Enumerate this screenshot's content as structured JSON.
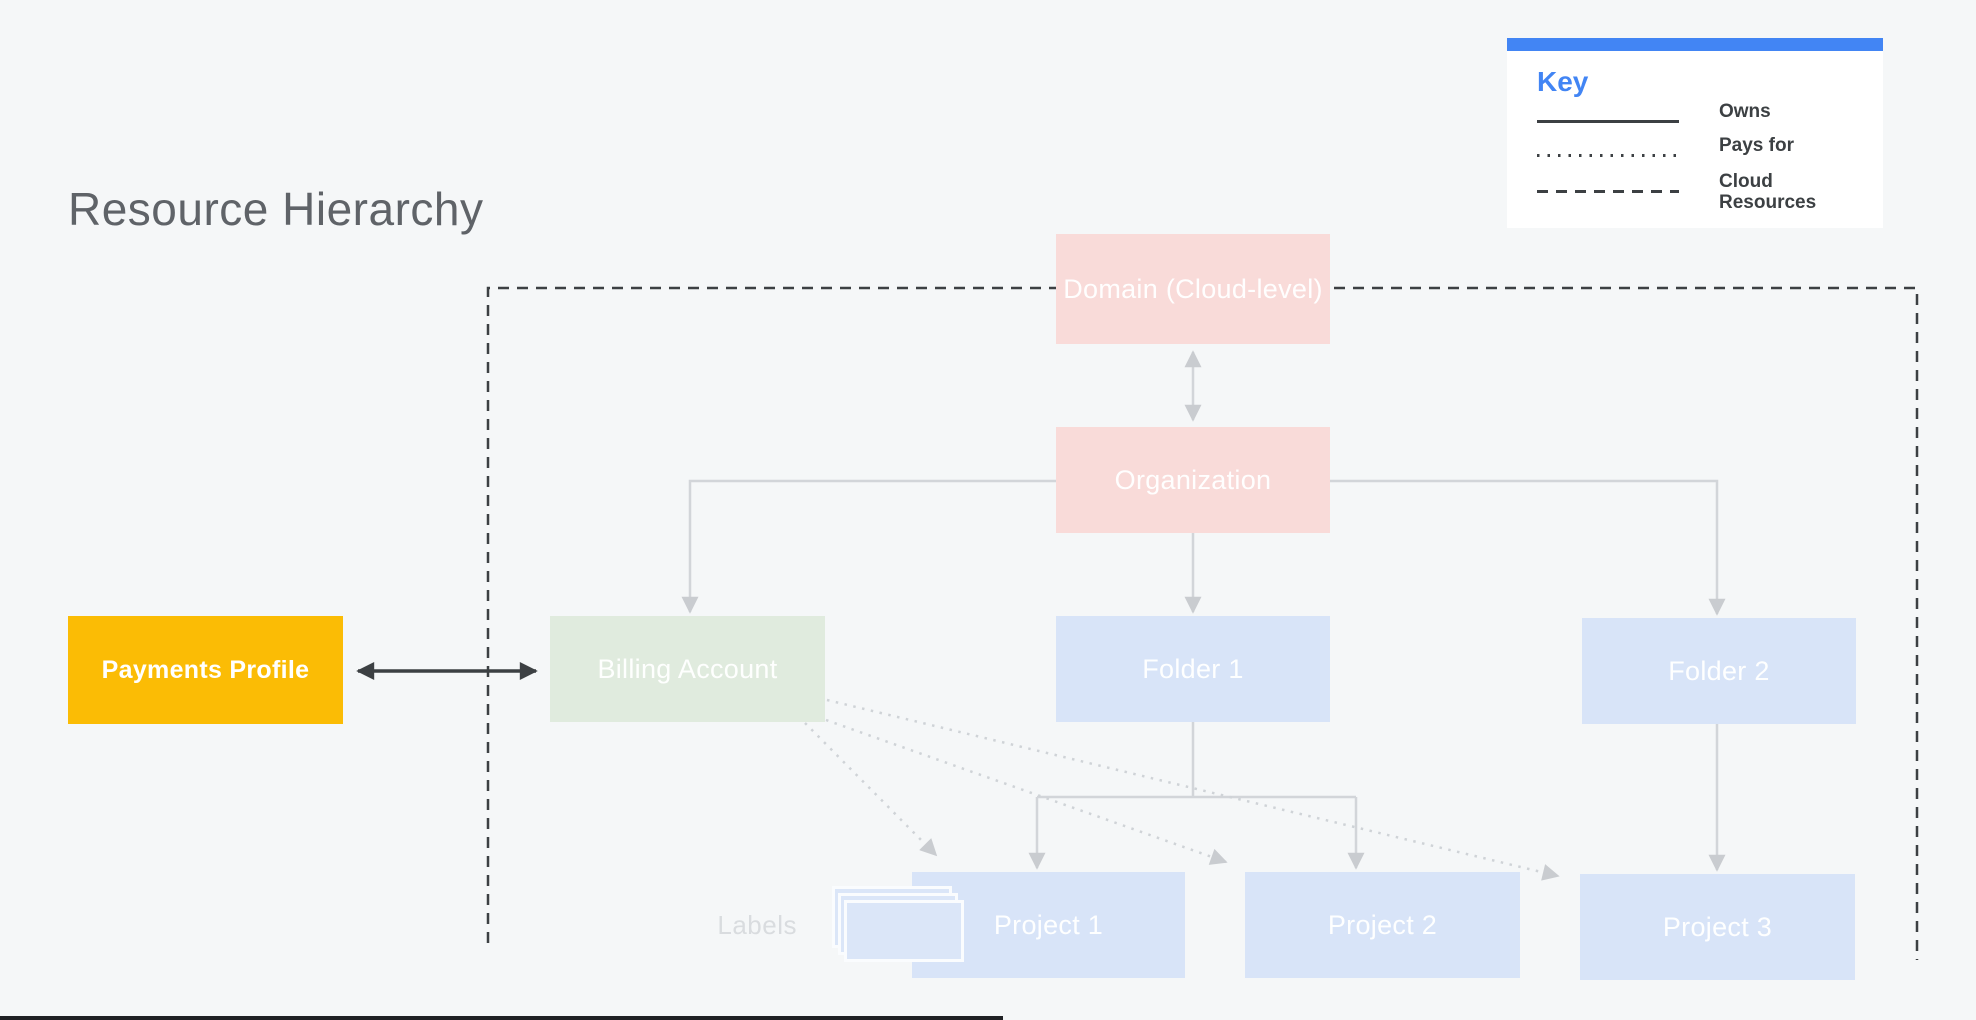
{
  "title": "Resource Hierarchy",
  "legend": {
    "heading": "Key",
    "items": [
      {
        "label": "Owns",
        "line_style": "solid"
      },
      {
        "label": "Pays for",
        "line_style": "dotted"
      },
      {
        "label": "Cloud Resources",
        "line_style": "dashed"
      }
    ]
  },
  "nodes": {
    "domain": {
      "label": "Domain (Cloud-level)",
      "color": "#f9dbd9"
    },
    "organization": {
      "label": "Organization",
      "color": "#f9dbd9"
    },
    "payments_profile": {
      "label": "Payments Profile",
      "color": "#fbbc05"
    },
    "billing_account": {
      "label": "Billing Account",
      "color": "#e0ebde"
    },
    "folder1": {
      "label": "Folder 1",
      "color": "#d8e4f8"
    },
    "folder2": {
      "label": "Folder 2",
      "color": "#d8e4f8"
    },
    "project1": {
      "label": "Project 1",
      "color": "#d8e4f8"
    },
    "project2": {
      "label": "Project 2",
      "color": "#d8e4f8"
    },
    "project3": {
      "label": "Project 3",
      "color": "#d8e4f8"
    }
  },
  "caption": {
    "labels": "Labels"
  },
  "colors": {
    "background": "#f5f7f8",
    "accent_blue": "#4285f4",
    "dark_line": "#3c4043",
    "light_line": "#d2d5d9",
    "light_arrowhead": "#c9ccd0",
    "title_text": "#5f6368"
  },
  "relationships": [
    {
      "from": "Domain (Cloud-level)",
      "to": "Organization",
      "type": "owns",
      "bidirectional": true
    },
    {
      "from": "Organization",
      "to": "Billing Account",
      "type": "owns"
    },
    {
      "from": "Organization",
      "to": "Folder 1",
      "type": "owns"
    },
    {
      "from": "Organization",
      "to": "Folder 2",
      "type": "owns"
    },
    {
      "from": "Folder 1",
      "to": "Project 1",
      "type": "owns"
    },
    {
      "from": "Folder 1",
      "to": "Project 2",
      "type": "owns"
    },
    {
      "from": "Folder 2",
      "to": "Project 3",
      "type": "owns"
    },
    {
      "from": "Payments Profile",
      "to": "Billing Account",
      "type": "owns",
      "bidirectional": true
    },
    {
      "from": "Billing Account",
      "to": "Project 1",
      "type": "pays_for"
    },
    {
      "from": "Billing Account",
      "to": "Project 2",
      "type": "pays_for"
    },
    {
      "from": "Billing Account",
      "to": "Project 3",
      "type": "pays_for"
    },
    {
      "boundary": "Cloud Resources",
      "type": "cloud_resources",
      "contains": [
        "Domain (Cloud-level)",
        "Organization",
        "Billing Account",
        "Folder 1",
        "Folder 2",
        "Project 1",
        "Project 2",
        "Project 3",
        "Labels"
      ]
    }
  ]
}
